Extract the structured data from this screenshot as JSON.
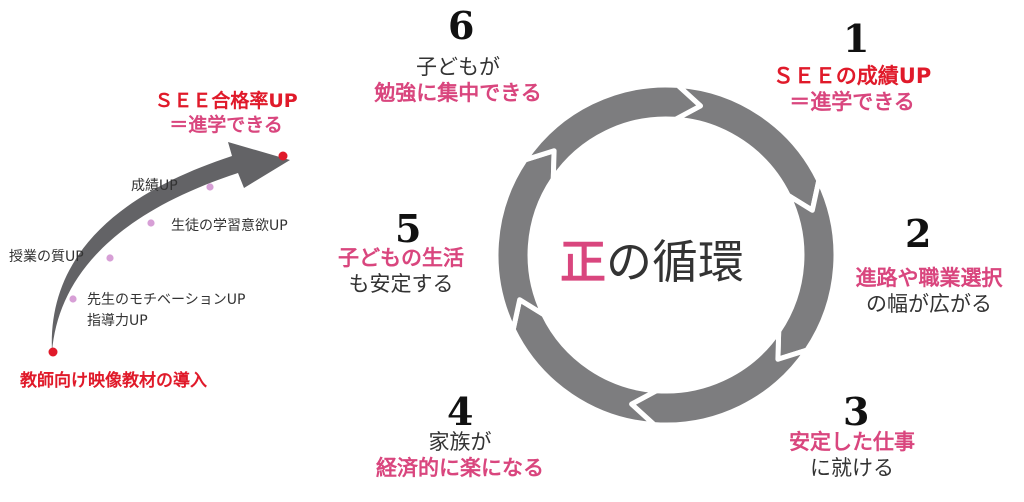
{
  "center": {
    "accent": "正",
    "rest": "の循環"
  },
  "cycle": [
    {
      "num": "1",
      "line1": "ＳＥＥの成績UP",
      "line2": "＝進学できる"
    },
    {
      "num": "2",
      "line1": "進路や職業選択",
      "line2": "の幅が広がる"
    },
    {
      "num": "3",
      "line1": "安定した仕事",
      "line2": "に就ける"
    },
    {
      "num": "4",
      "line1": "家族が",
      "line2": "経済的に楽になる"
    },
    {
      "num": "5",
      "line1": "子どもの生活",
      "line2": "も安定する"
    },
    {
      "num": "6",
      "line1": "子どもが",
      "line2": "勉強に集中できる"
    }
  ],
  "growth": {
    "start": "教師向け映像教材の導入",
    "steps": [
      "先生のモチベーションUP",
      "指導力UP",
      "授業の質UP",
      "生徒の学習意欲UP",
      "成績UP"
    ],
    "goal_line1": "ＳＥＥ合格率UP",
    "goal_line2": "＝進学できる"
  },
  "colors": {
    "ring": "#7d7d7f",
    "pink": "#d9467e",
    "red": "#e01a2a",
    "dot": "#d79fd6"
  }
}
